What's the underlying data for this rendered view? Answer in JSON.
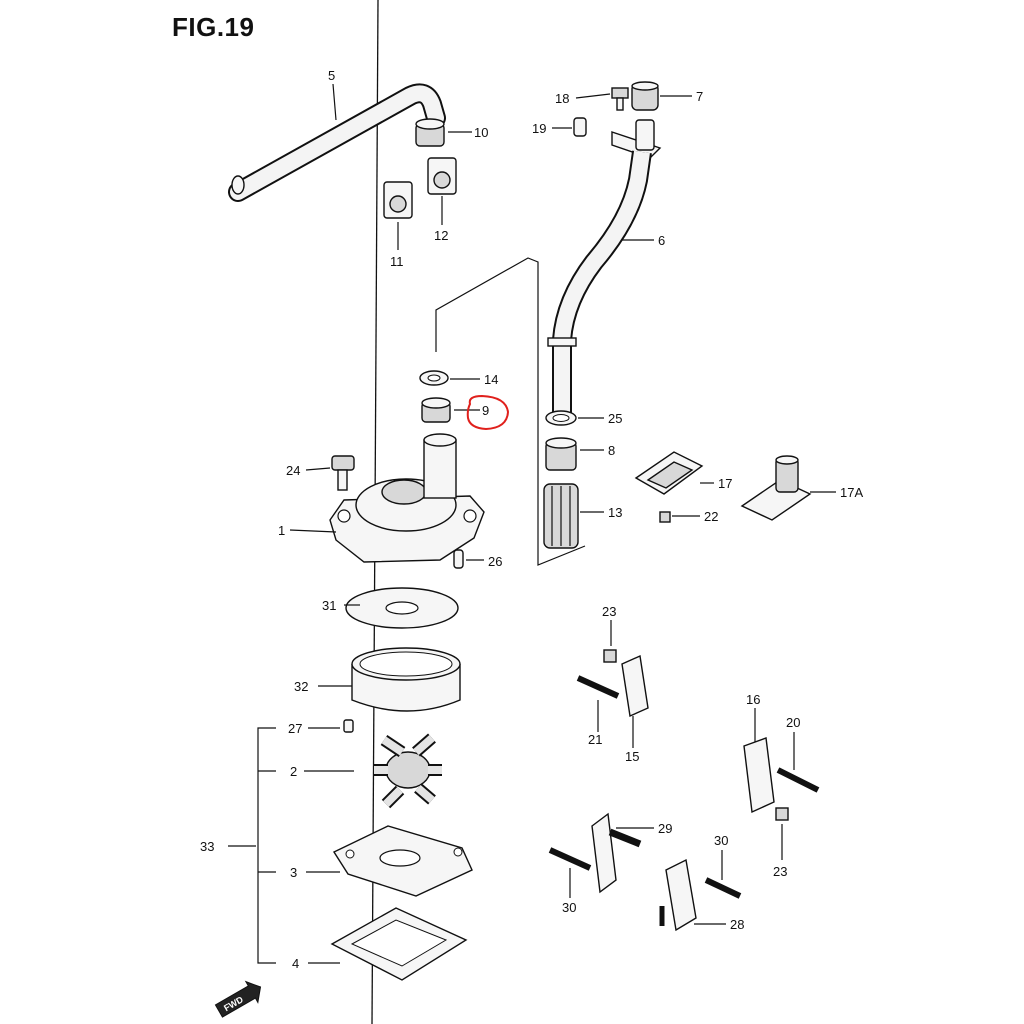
{
  "figure": {
    "title": "FIG.19",
    "fwd_label": "FWD",
    "highlight_color": "#e0201c"
  },
  "callouts": [
    {
      "id": "c5",
      "label": "5"
    },
    {
      "id": "c10",
      "label": "10"
    },
    {
      "id": "c11",
      "label": "11"
    },
    {
      "id": "c12",
      "label": "12"
    },
    {
      "id": "c18",
      "label": "18"
    },
    {
      "id": "c7",
      "label": "7"
    },
    {
      "id": "c19",
      "label": "19"
    },
    {
      "id": "c6",
      "label": "6"
    },
    {
      "id": "c14",
      "label": "14"
    },
    {
      "id": "c9",
      "label": "9"
    },
    {
      "id": "c25",
      "label": "25"
    },
    {
      "id": "c8",
      "label": "8"
    },
    {
      "id": "c24",
      "label": "24"
    },
    {
      "id": "c17",
      "label": "17"
    },
    {
      "id": "c17a",
      "label": "17A"
    },
    {
      "id": "c22",
      "label": "22"
    },
    {
      "id": "c13",
      "label": "13"
    },
    {
      "id": "c1",
      "label": "1"
    },
    {
      "id": "c26",
      "label": "26"
    },
    {
      "id": "c31",
      "label": "31"
    },
    {
      "id": "c23a",
      "label": "23"
    },
    {
      "id": "c32",
      "label": "32"
    },
    {
      "id": "c21",
      "label": "21"
    },
    {
      "id": "c15",
      "label": "15"
    },
    {
      "id": "c16",
      "label": "16"
    },
    {
      "id": "c20",
      "label": "20"
    },
    {
      "id": "c27",
      "label": "27"
    },
    {
      "id": "c2",
      "label": "2"
    },
    {
      "id": "c29",
      "label": "29"
    },
    {
      "id": "c33",
      "label": "33"
    },
    {
      "id": "c3",
      "label": "3"
    },
    {
      "id": "c30a",
      "label": "30"
    },
    {
      "id": "c23b",
      "label": "23"
    },
    {
      "id": "c30b",
      "label": "30"
    },
    {
      "id": "c28",
      "label": "28"
    },
    {
      "id": "c4",
      "label": "4"
    }
  ]
}
